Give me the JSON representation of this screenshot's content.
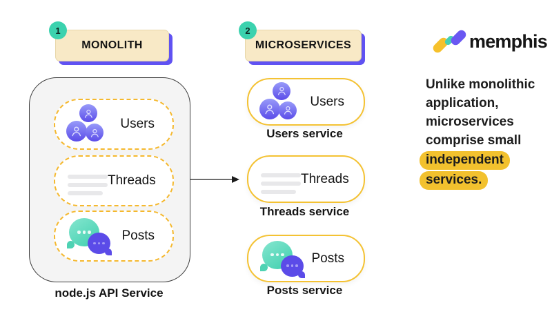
{
  "brand": {
    "name": "memphis",
    "colors": {
      "yellow": "#f6c12b",
      "teal": "#45d0b4",
      "purple": "#6957f2"
    }
  },
  "palette": {
    "header_bg": "#f8e9c6",
    "header_shadow": "#6052f2",
    "badge_teal": "#3bd2ae",
    "solid_pill_border": "#f4c233",
    "dashed_border": "#f5b82d",
    "highlight": "#f2c12e",
    "icon_purple": "#5b4be8",
    "icon_teal": "#43d6b5",
    "container_bg": "#f4f4f4"
  },
  "monolith": {
    "badge": "1",
    "title": "MONOLITH",
    "items": [
      {
        "label": "Users",
        "icon": "users-icon"
      },
      {
        "label": "Threads",
        "icon": "threads-icon"
      },
      {
        "label": "Posts",
        "icon": "posts-icon"
      }
    ],
    "caption": "node.js API Service"
  },
  "microservices": {
    "badge": "2",
    "title": "MICROSERVICES",
    "services": [
      {
        "label": "Users",
        "caption": "Users service",
        "icon": "users-icon"
      },
      {
        "label": "Threads",
        "caption": "Threads service",
        "icon": "threads-icon"
      },
      {
        "label": "Posts",
        "caption": "Posts service",
        "icon": "posts-icon"
      }
    ]
  },
  "arrow": {
    "from": "monolith",
    "to": "microservices"
  },
  "right_panel": {
    "text": "Unlike monolithic application, microservices comprise small independent services.",
    "lines": [
      {
        "text": "Unlike monolithic",
        "highlight": false
      },
      {
        "text": "application,",
        "highlight": false
      },
      {
        "text": "microservices",
        "highlight": false
      },
      {
        "text": "comprise small",
        "highlight": false
      },
      {
        "text": "independent",
        "highlight": true
      },
      {
        "text": "services.",
        "highlight": true
      }
    ]
  }
}
